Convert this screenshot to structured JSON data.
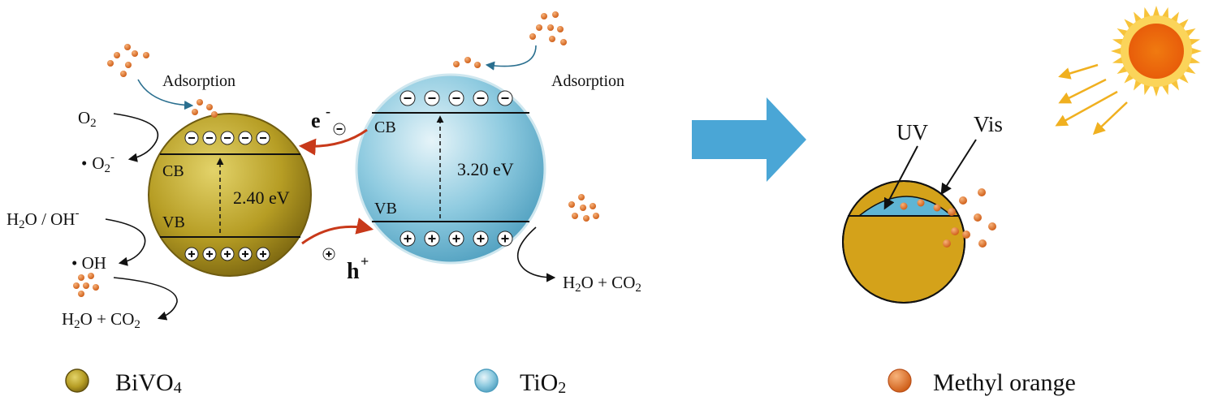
{
  "left_scheme": {
    "bivo4": {
      "cb_label": "CB",
      "vb_label": "VB",
      "gap_label": "2.40 eV"
    },
    "tio2": {
      "cb_label": "CB",
      "vb_label": "VB",
      "gap_label": "3.20 eV"
    },
    "adsorption_left": "Adsorption",
    "adsorption_right": "Adsorption",
    "electron_label": "e",
    "electron_sup": "-",
    "hole_label": "h",
    "hole_sup": "+",
    "o2": {
      "main": "O",
      "sub": "2"
    },
    "superoxide": {
      "dot": "•",
      "main": "O",
      "sub": "2",
      "sup": "-"
    },
    "water_hydroxide": {
      "h": "H",
      "sub": "2",
      "rest": "O / OH",
      "sup": "-"
    },
    "hydroxyl_radical": "• OH",
    "product_left": {
      "a": "H",
      "sub1": "2",
      "b": "O + CO",
      "sub2": "2"
    },
    "product_right": {
      "a": "H",
      "sub1": "2",
      "b": "O + CO",
      "sub2": "2"
    }
  },
  "right_scheme": {
    "uv_label": "UV",
    "vis_label": "Vis"
  },
  "legend": {
    "bivo4": {
      "main": "BiVO",
      "sub": "4"
    },
    "tio2": {
      "main": "TiO",
      "sub": "2"
    },
    "methyl_orange": "Methyl orange"
  },
  "colors": {
    "bivo4": "#b9a12a",
    "tio2": "#7fc3d9",
    "methyl_orange": "#e07b2a",
    "process_arrow": "#4aa6d6",
    "transfer_arrow": "#c8391a",
    "sun": "#f5a623"
  }
}
